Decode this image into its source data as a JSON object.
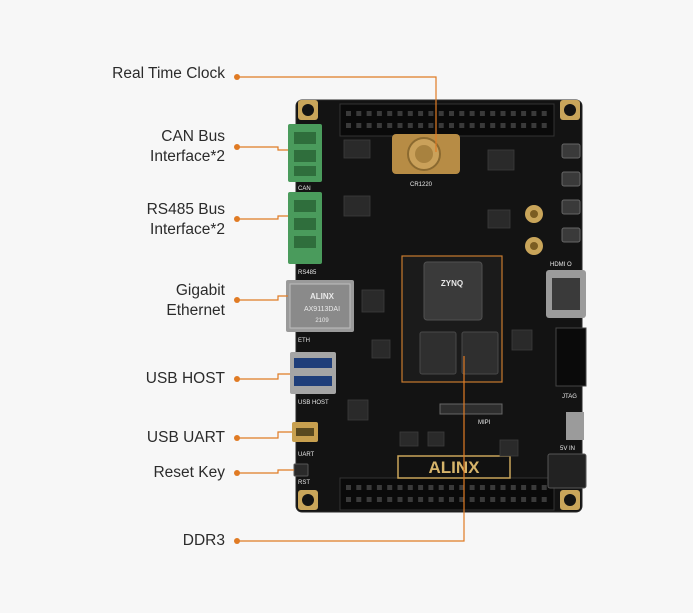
{
  "callouts": {
    "rtc": "Real Time Clock",
    "can_line1": "CAN Bus",
    "can_line2": "Interface*2",
    "rs485_line1": "RS485 Bus",
    "rs485_line2": "Interface*2",
    "gig_line1": "Gigabit",
    "gig_line2": "Ethernet",
    "usb_host": "USB HOST",
    "usb_uart": "USB UART",
    "reset_key": "Reset Key",
    "ddr3": "DDR3"
  },
  "board": {
    "logo": "ALINX",
    "eth_module_brand": "ALINX",
    "eth_module_model": "AX9113DAI",
    "eth_module_code": "2109",
    "soc_brand": "ZYNQ",
    "silk": {
      "can": "CAN",
      "rs485": "RS485",
      "eth": "ETH",
      "usb_host": "USB HOST",
      "uart": "UART",
      "rst": "RST",
      "hdmi": "HDMI O",
      "jtag": "JTAG",
      "mipi": "MIPI",
      "sv_in": "5V IN",
      "cr1220": "CR1220"
    }
  },
  "colors": {
    "callout_line": "#e07b24",
    "label_text": "#2b2b2b",
    "pcb": "#141414",
    "gold": "#c9a55a"
  }
}
